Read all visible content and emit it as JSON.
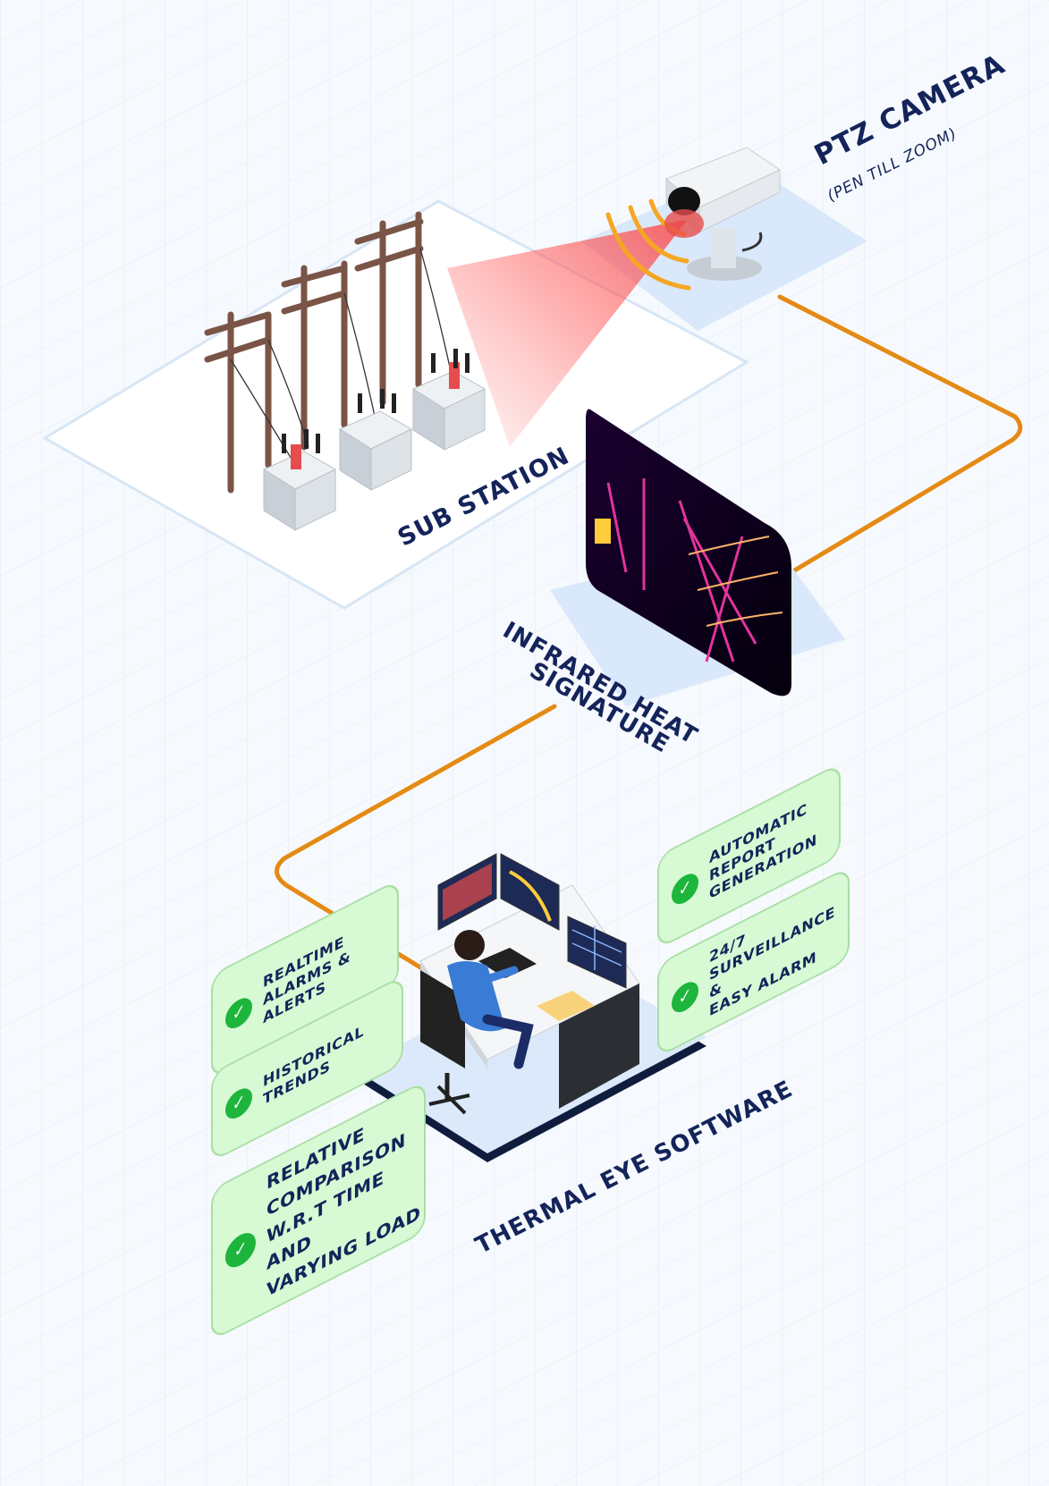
{
  "labels": {
    "ptz_camera": "PTZ CAMERA",
    "ptz_sub": "(PEN TILL ZOOM)",
    "sub_station": "SUB STATION",
    "infrared_line1": "INFRARED HEAT",
    "infrared_line2": "SIGNATURE",
    "thermal_eye": "THERMAL EYE SOFTWARE"
  },
  "features": [
    {
      "text": "REALTIME\nALARMS &\nALERTS"
    },
    {
      "text": "HISTORICAL\nTRENDS"
    },
    {
      "text": "RELATIVE\nCOMPARISON\nW.R.T TIME AND\nVARYING LOAD"
    },
    {
      "text": "AUTOMATIC\nREPORT\nGENERATION"
    },
    {
      "text": "24/7\nSURVEILLANCE &\nEASY ALARM"
    }
  ],
  "check_icon": "✓",
  "colors": {
    "connector": "#e58a14",
    "card_fill": "#d7f9d4",
    "check_green": "#1db53c",
    "label_navy": "#14245a",
    "beam_red": "#ff3b3b"
  }
}
